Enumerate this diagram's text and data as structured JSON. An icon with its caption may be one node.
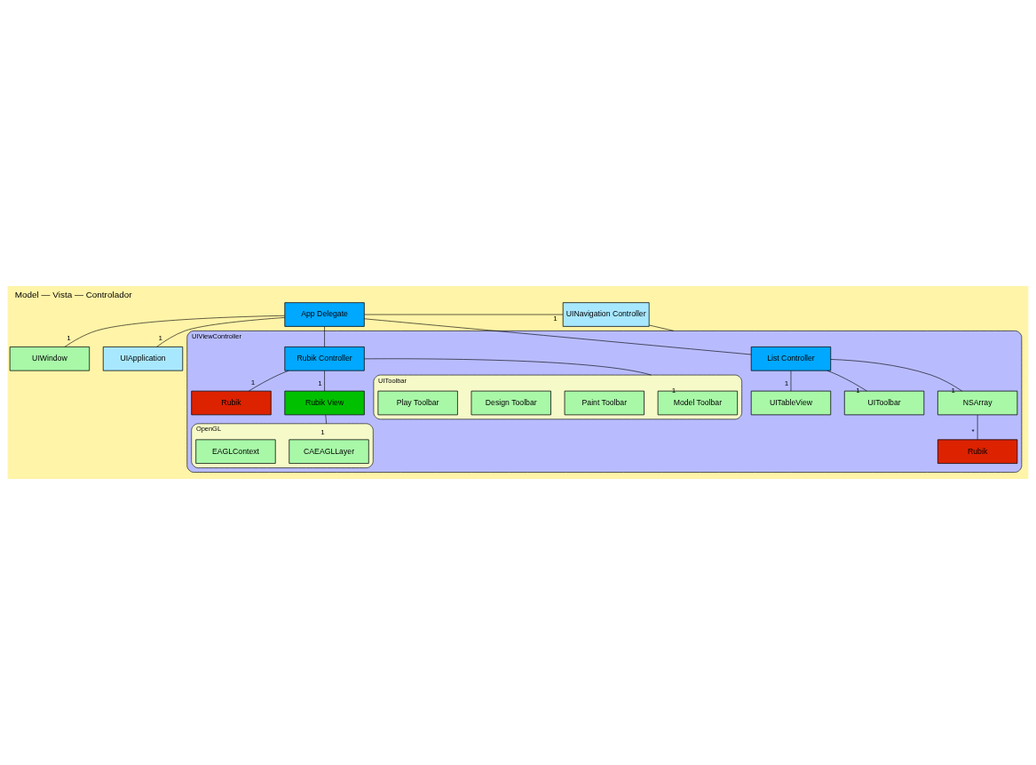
{
  "diagram": {
    "title": "Model — Vista — Controlador",
    "nodes": [
      {
        "text": [
          "UINavigation Controller"
        ]
      },
      {
        "text": [
          "App Delegate"
        ]
      },
      {
        "text": [
          "UIWindow"
        ]
      },
      {
        "text": [
          "UIApplication"
        ]
      },
      {
        "text": [
          "UIViewController"
        ]
      },
      {
        "text": [
          "List Controller"
        ],
        "in": 4
      },
      {
        "text": [
          "Rubik Controller"
        ],
        "in": 4
      },
      {
        "text": [
          "Rubik"
        ],
        "in": 4
      },
      {
        "text": [
          "Rubik View"
        ],
        "in": 4
      },
      {
        "text": [
          "UITableView"
        ],
        "in": 4
      },
      {
        "text": [
          "UIToolbar"
        ],
        "in": 4
      },
      {
        "text": [
          "NSArray"
        ],
        "in": 4
      },
      {
        "text": [
          "Rubik"
        ],
        "in": 4
      },
      {
        "text": [
          "UIToolbar"
        ],
        "in": 4
      },
      {
        "text": [
          "Model Toolbar"
        ],
        "in": 13
      },
      {
        "text": [
          "Paint Toolbar"
        ],
        "in": 13
      },
      {
        "text": [
          "Design Toolbar"
        ],
        "in": 13
      },
      {
        "text": [
          "Play Toolbar"
        ],
        "in": 13
      },
      {
        "text": [
          "OpenGL"
        ],
        "in": 4
      },
      {
        "text": [
          "CAEAGLLayer"
        ],
        "in": 18
      },
      {
        "text": [
          "EAGLContext"
        ],
        "in": 18
      }
    ],
    "edges": [
      {
        "from": 1,
        "to": 0,
        "arrow": "none",
        "label": "1"
      },
      {
        "from": 1,
        "to": 2,
        "arrow": "none",
        "label": "1"
      },
      {
        "from": 1,
        "to": 3,
        "arrow": "none",
        "label": "1"
      },
      {
        "from": 0,
        "to": 4,
        "arrow": "none"
      },
      {
        "from": 1,
        "to": 5,
        "arrow": "none"
      },
      {
        "from": 1,
        "to": 6,
        "arrow": "none"
      },
      {
        "from": 6,
        "to": 7,
        "arrow": "none",
        "label": "1"
      },
      {
        "from": 6,
        "to": 8,
        "arrow": "none",
        "label": "1"
      },
      {
        "from": 6,
        "to": 13,
        "arrow": "none",
        "label": "1"
      },
      {
        "from": 8,
        "to": 18,
        "arrow": "none",
        "label": "1"
      },
      {
        "from": 5,
        "to": 9,
        "arrow": "none",
        "label": "1"
      },
      {
        "from": 5,
        "to": 10,
        "arrow": "none",
        "label": "1"
      },
      {
        "from": 5,
        "to": 11,
        "arrow": "none",
        "label": "1"
      },
      {
        "from": 11,
        "to": 12,
        "arrow": "none",
        "label": "*"
      }
    ]
  }
}
